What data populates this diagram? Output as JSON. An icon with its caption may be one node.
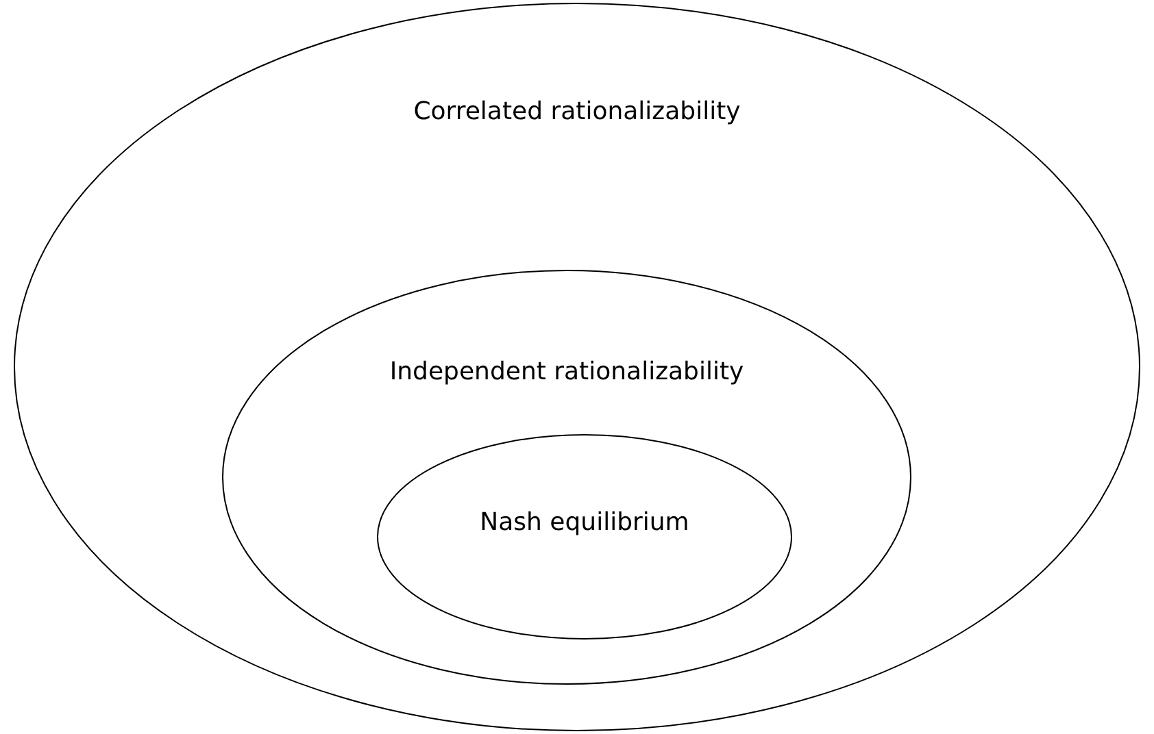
{
  "diagram": {
    "nodes": [
      {
        "text": [
          "Correlated rationalizability"
        ]
      },
      {
        "text": [
          "Independent rationalizability"
        ],
        "in": 0
      },
      {
        "text": [
          "Nash equilibrium"
        ],
        "in": 1
      }
    ]
  }
}
